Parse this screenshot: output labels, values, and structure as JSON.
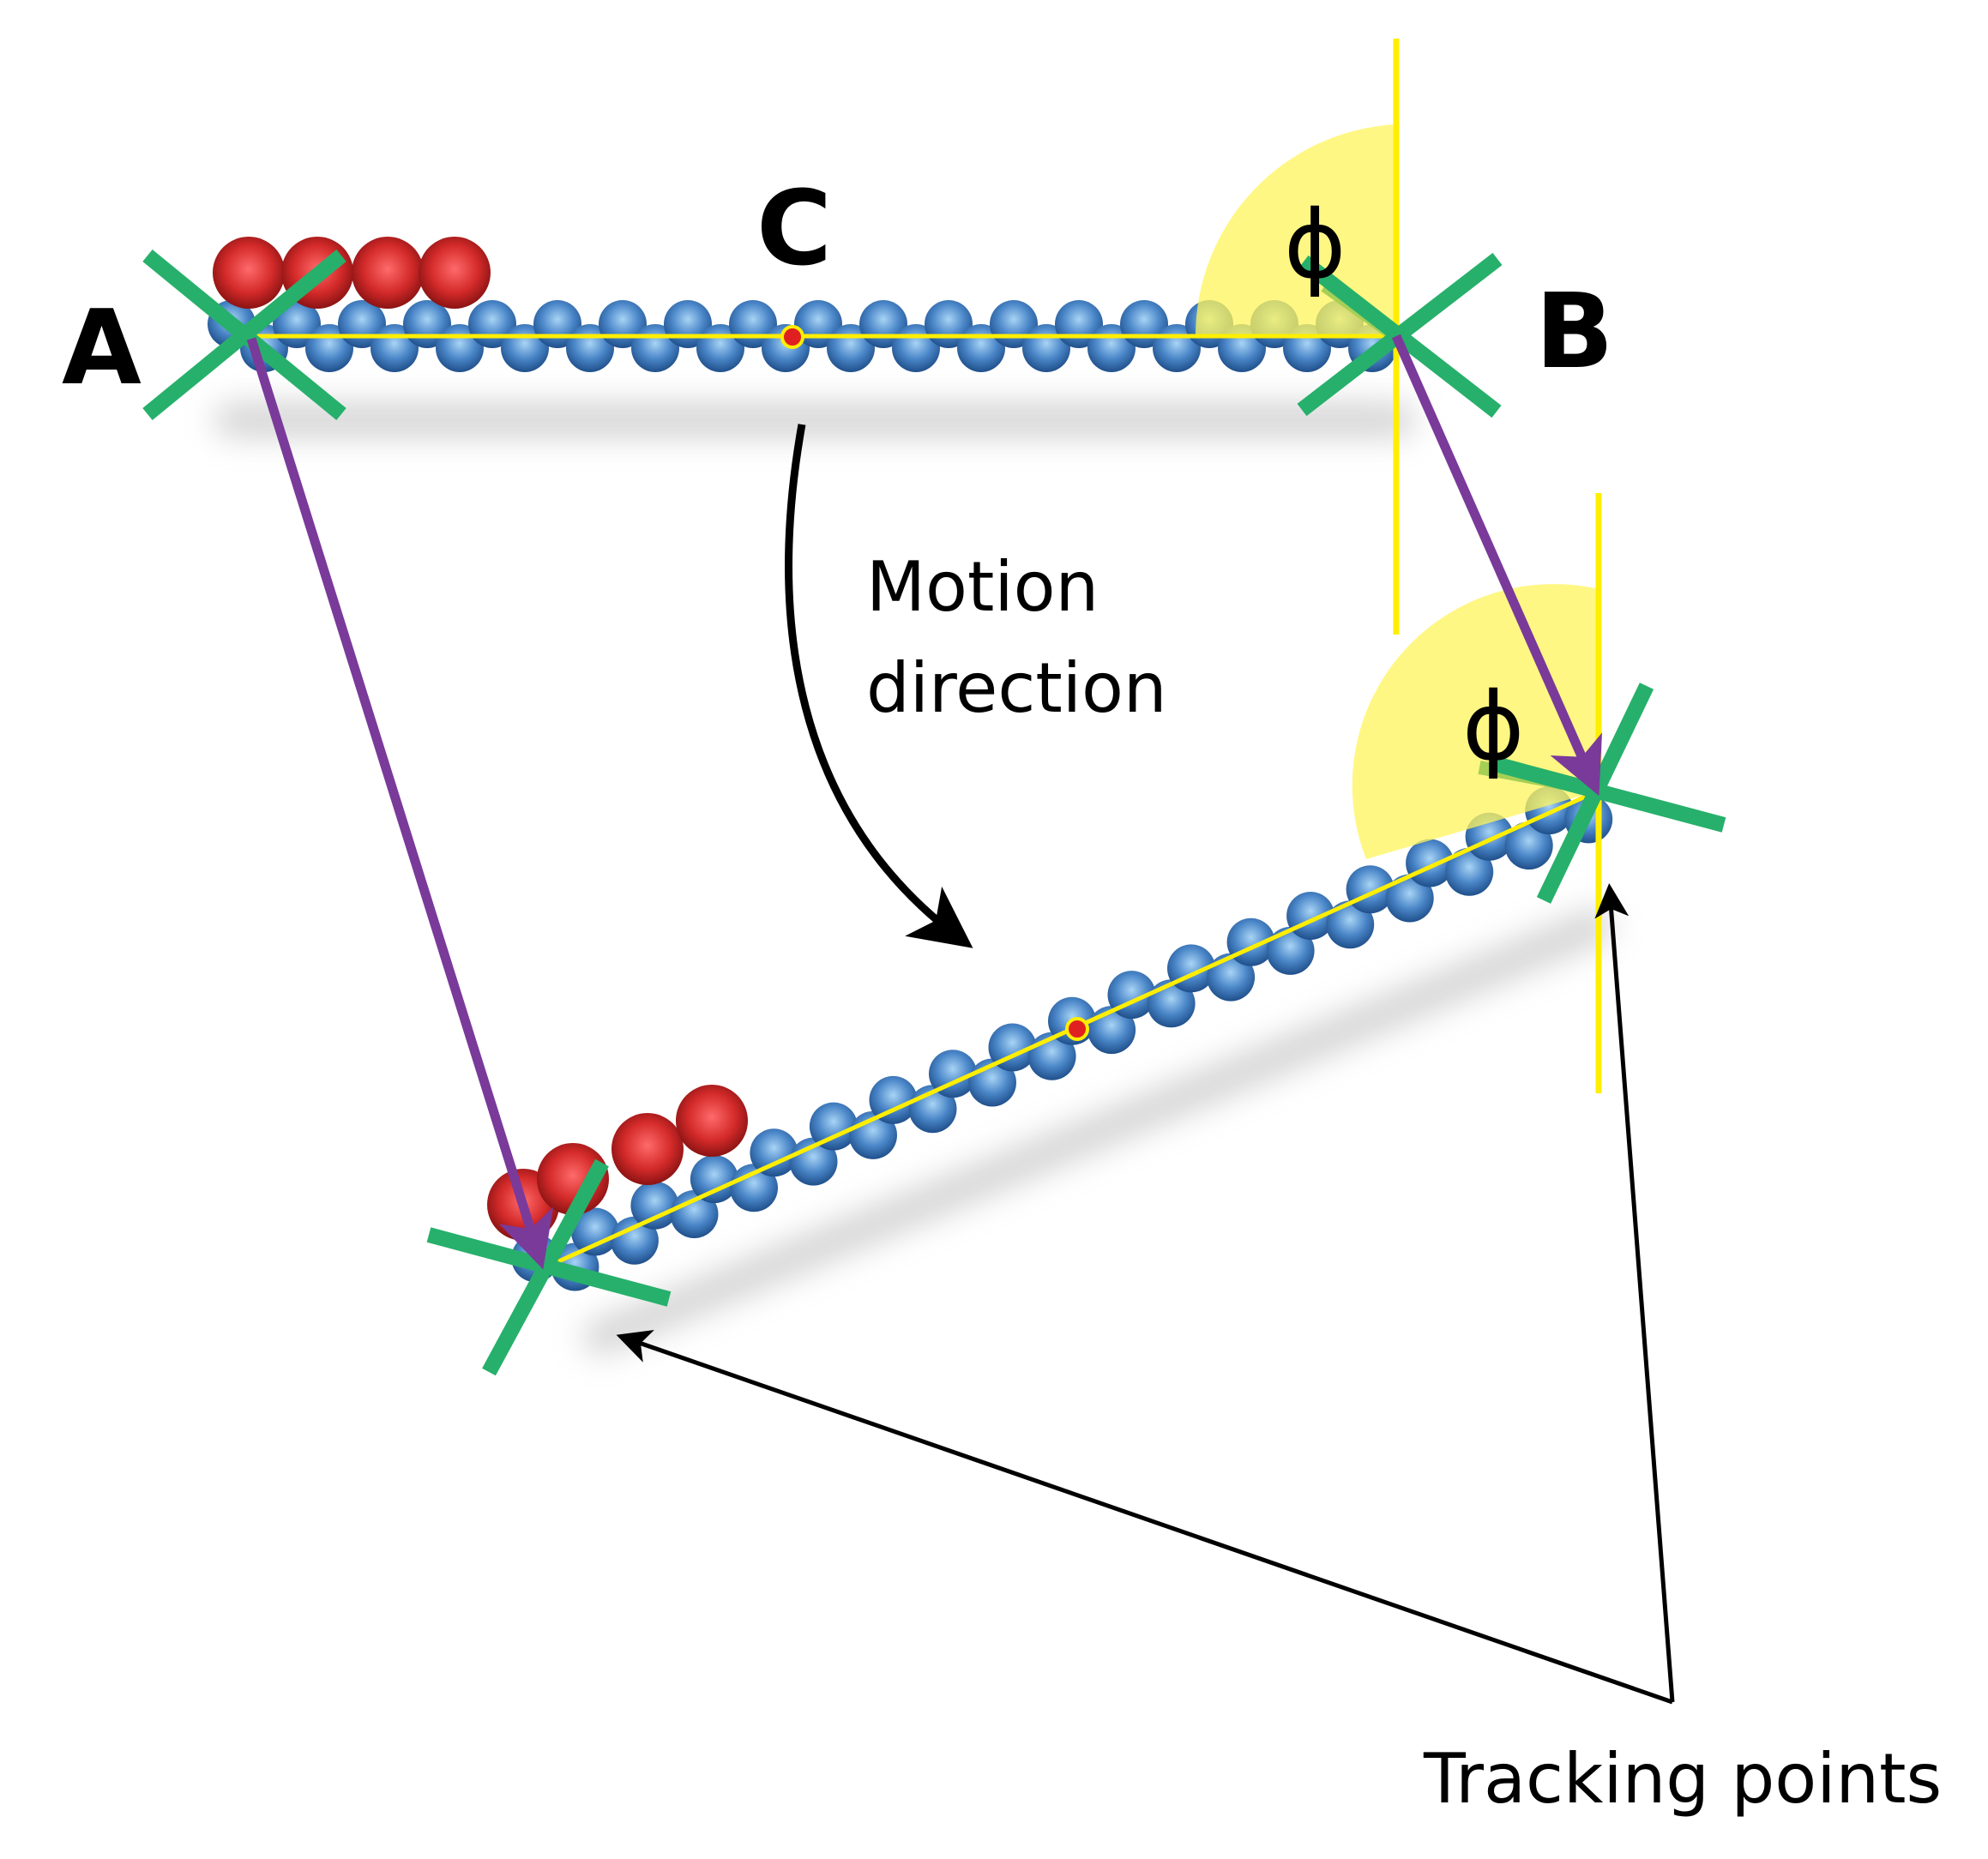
{
  "labels": {
    "point_a": "A",
    "point_b": "B",
    "point_c": "C",
    "angle_top": "ϕ",
    "angle_bottom": "ϕ",
    "motion_line1": "Motion",
    "motion_line2": "direction",
    "tracking": "Tracking points"
  },
  "colors": {
    "filament_bead": "#4a86c8",
    "filament_highlight": "#a8d4f5",
    "filament_dark": "#1f4f8a",
    "motor_bead": "#d42a2a",
    "motor_dark": "#7a0e0e",
    "axis_line": "#ffee00",
    "angle_wedge": "#fff45a",
    "tracking_cross": "#27b06b",
    "displacement_arrow": "#7a3a9a",
    "orientation_tick": "#a6cf55",
    "center_dot": "#e02020",
    "annotation_arrow": "#000000"
  },
  "icons": {
    "tracking_marker": "x-cross-icon",
    "center_marker": "dot-icon"
  }
}
